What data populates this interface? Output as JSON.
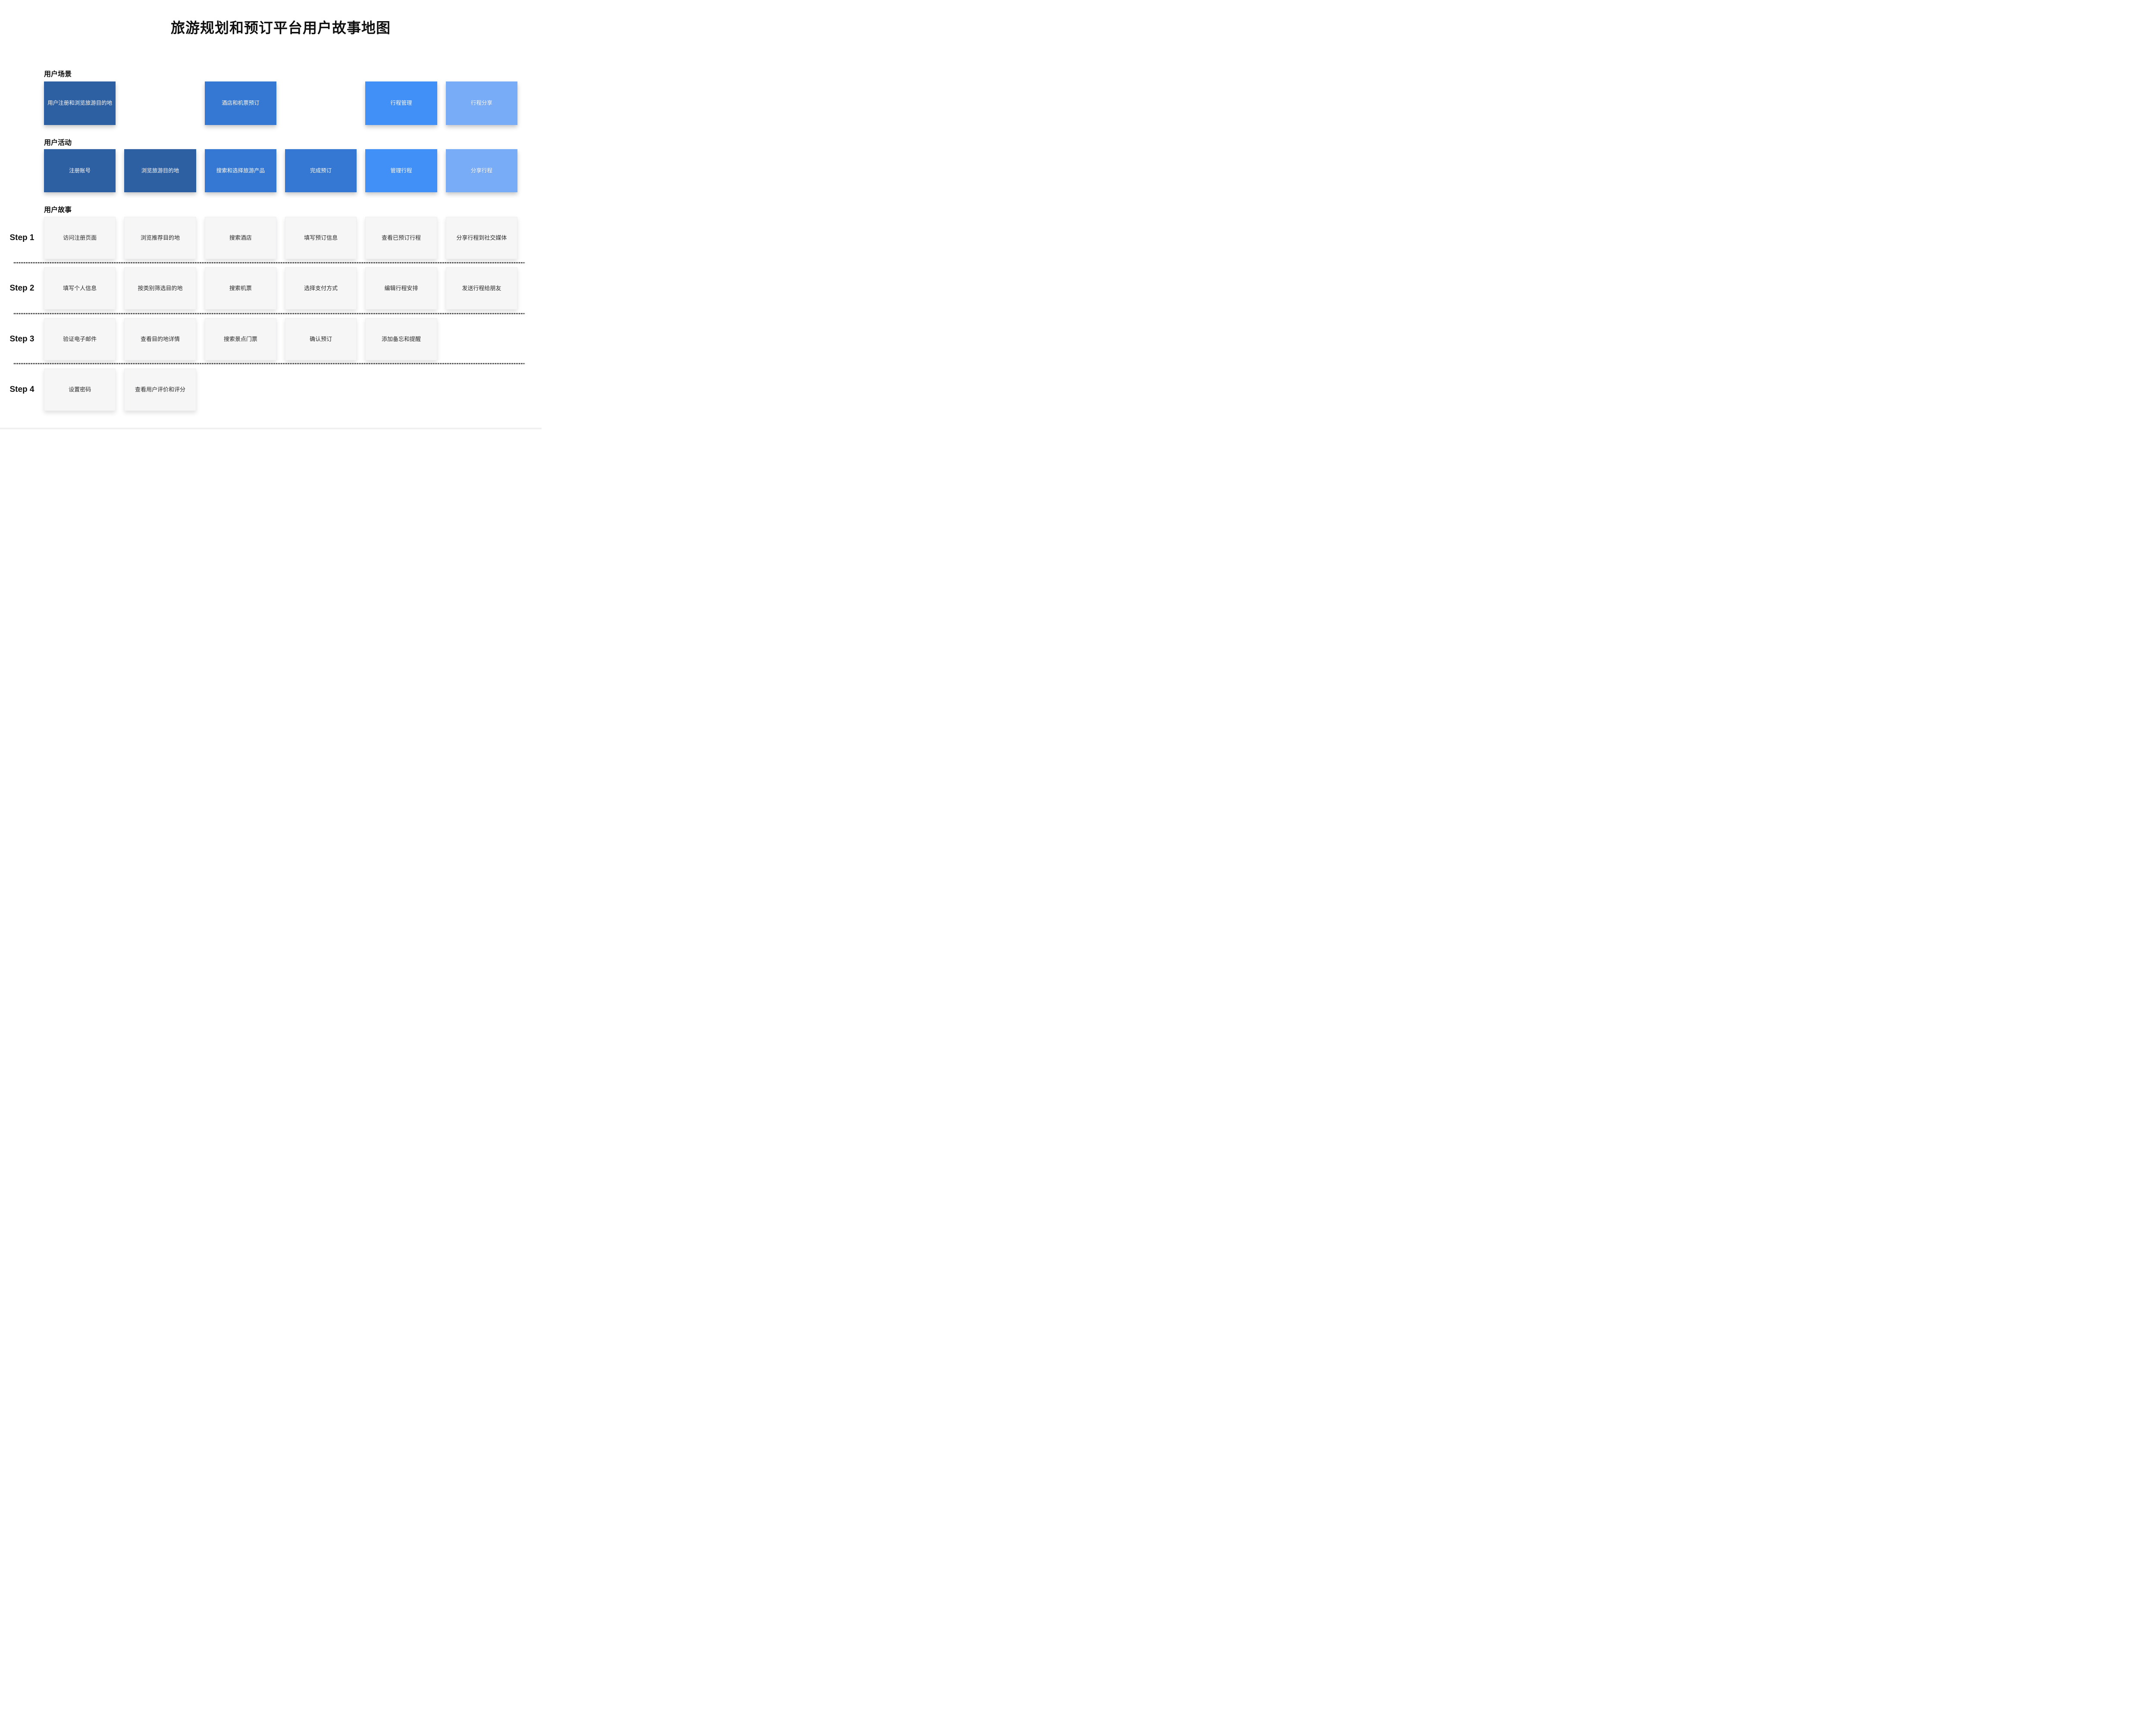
{
  "page": {
    "title": "旅游规划和预订平台用户故事地图"
  },
  "sections": {
    "scenarios_label": "用户场景",
    "activities_label": "用户活动",
    "stories_label": "用户故事"
  },
  "colors": {
    "dark_blue": "#2d5fa3",
    "medium_blue": "#3478d4",
    "bright_blue": "#4190f7",
    "light_blue": "#79acf7",
    "card_bg": "#f6f6f7",
    "footer_bar": "#f0f0f1"
  },
  "scenarios": [
    {
      "label": "用户注册和浏览旅游目的地",
      "color": "dark_blue",
      "col": 1
    },
    {
      "label": "酒店和机票预订",
      "color": "medium_blue",
      "col": 3
    },
    {
      "label": "行程管理",
      "color": "bright_blue",
      "col": 5
    },
    {
      "label": "行程分享",
      "color": "light_blue",
      "col": 6
    }
  ],
  "activities": [
    {
      "label": "注册账号",
      "color": "dark_blue"
    },
    {
      "label": "浏览旅游目的地",
      "color": "dark_blue"
    },
    {
      "label": "搜索和选择旅游产品",
      "color": "medium_blue"
    },
    {
      "label": "完成预订",
      "color": "medium_blue"
    },
    {
      "label": "管理行程",
      "color": "bright_blue"
    },
    {
      "label": "分享行程",
      "color": "light_blue"
    }
  ],
  "story_rows": [
    {
      "step": "Step 1",
      "cards": [
        "访问注册页面",
        "浏览推荐目的地",
        "搜索酒店",
        "填写预订信息",
        "查看已预订行程",
        "分享行程到社交媒体"
      ]
    },
    {
      "step": "Step 2",
      "cards": [
        "填写个人信息",
        "按类别筛选目的地",
        "搜索机票",
        "选择支付方式",
        "编辑行程安排",
        "发送行程给朋友"
      ]
    },
    {
      "step": "Step 3",
      "cards": [
        "验证电子邮件",
        "查看目的地详情",
        "搜索景点门票",
        "确认预订",
        "添加备忘和提醒"
      ]
    },
    {
      "step": "Step 4",
      "cards": [
        "设置密码",
        "查看用户评价和评分"
      ]
    }
  ]
}
